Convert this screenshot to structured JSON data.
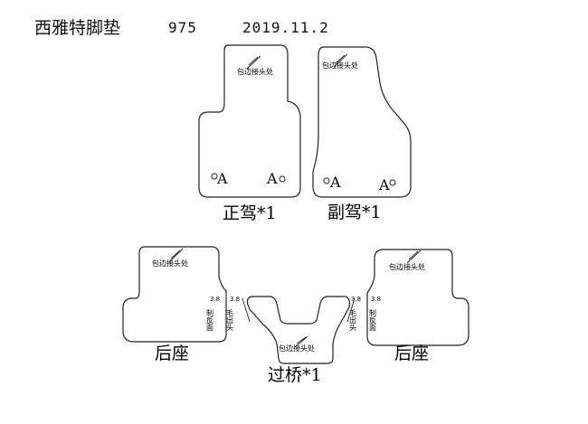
{
  "header": {
    "title": "西雅特脚垫",
    "model": "975",
    "date": "2019.11.2"
  },
  "mats": {
    "driver": {
      "label": "正驾*1",
      "seam_note": "包边接头处",
      "mark_left": "A",
      "mark_right": "A"
    },
    "passenger": {
      "label": "副驾*1",
      "seam_note": "包边接头处",
      "mark_left": "A",
      "mark_right": "A"
    },
    "rear_left": {
      "label": "后座",
      "seam_note": "包边接头处",
      "dim_a": "3.8",
      "dim_b": "3.8",
      "note_a": "制反面",
      "note_b": "毛出头"
    },
    "rear_right": {
      "label": "后座",
      "seam_note": "包边接头处",
      "dim_a": "3.8",
      "dim_b": "3.8",
      "note_a": "毛出头",
      "note_b": "制反面"
    },
    "bridge": {
      "label": "过桥*1",
      "seam_note": "包边接头处"
    }
  }
}
